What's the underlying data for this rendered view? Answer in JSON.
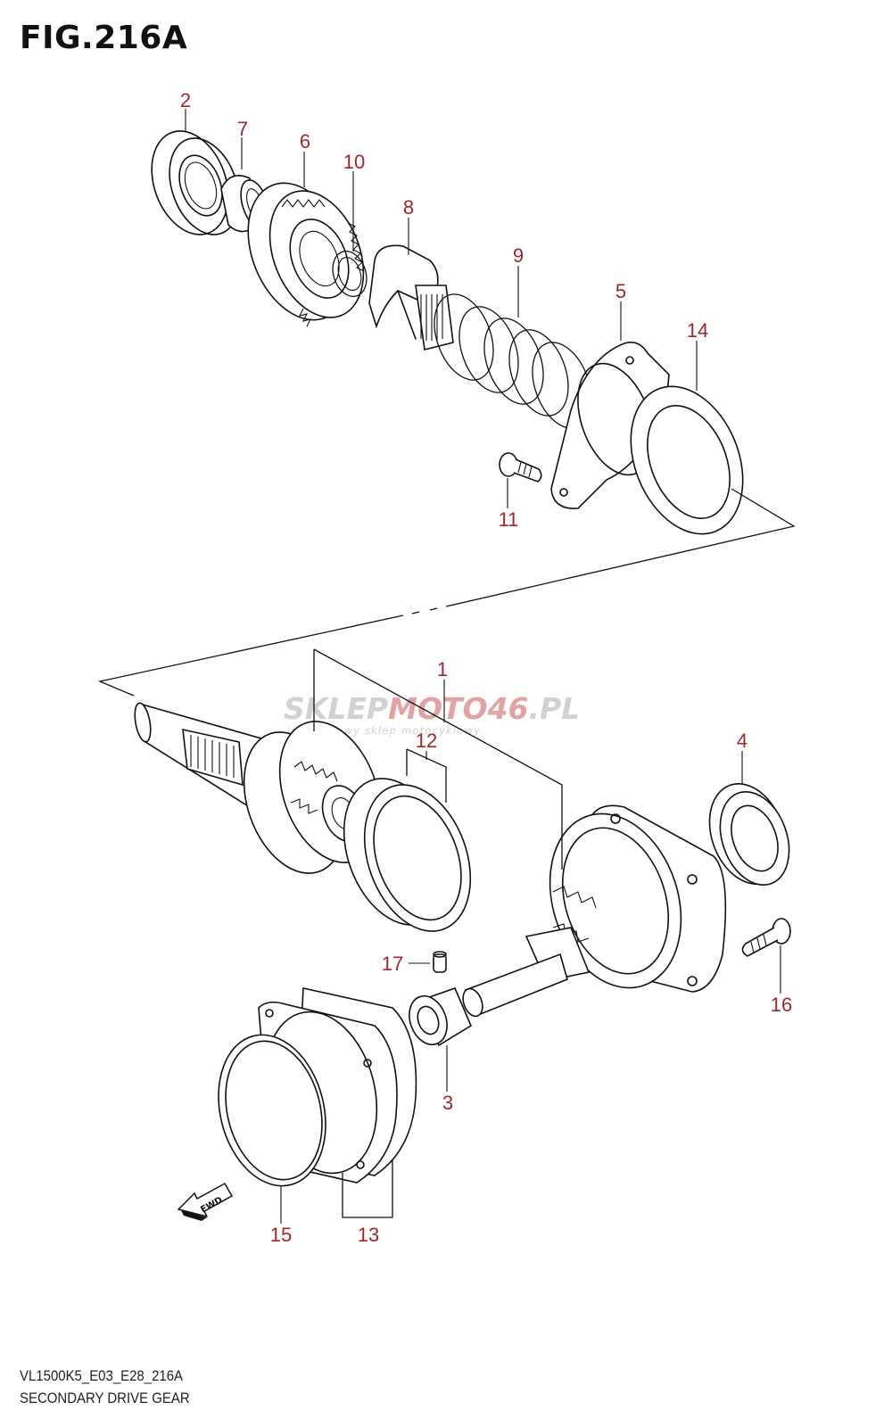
{
  "figure": {
    "title": "FIG.216A",
    "model_code": "VL1500K5_E03_E28_216A",
    "caption": "SECONDARY DRIVE GEAR"
  },
  "watermark": {
    "brand_part1": "SKLEP",
    "brand_part2": "MOTO",
    "brand_part3": "46",
    "brand_part4": ".PL",
    "tagline": "internetowy sklep motocyklowy"
  },
  "direction_marker": {
    "label": "FWD"
  },
  "callouts": [
    "1",
    "2",
    "3",
    "4",
    "5",
    "6",
    "7",
    "8",
    "9",
    "10",
    "11",
    "12",
    "13",
    "14",
    "15",
    "16",
    "17"
  ],
  "colors": {
    "callout": "#a0282c",
    "watermark_gray": "#d2d2d2",
    "watermark_red": "#e4a3a3"
  }
}
